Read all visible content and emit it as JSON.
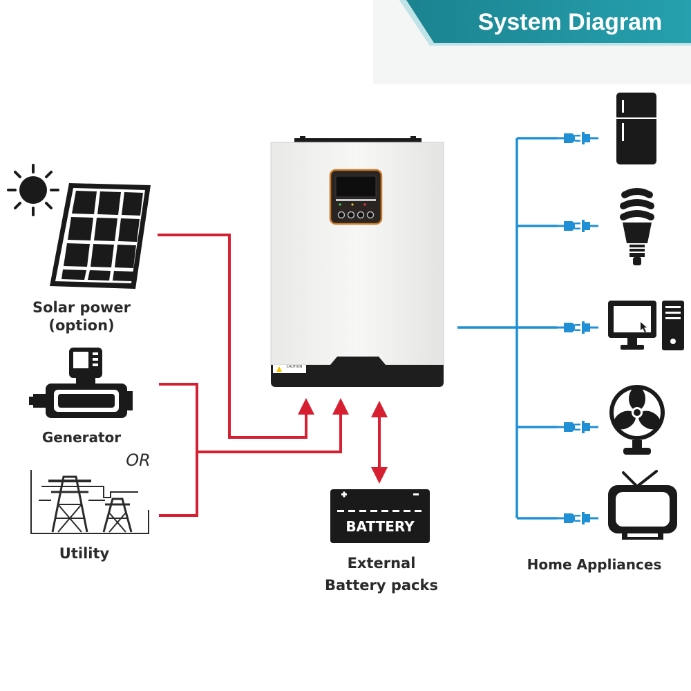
{
  "title": "System Diagram",
  "sources": {
    "solar_label": "Solar power",
    "solar_sublabel": "(option)",
    "generator_label": "Generator",
    "or_label": "OR",
    "utility_label": "Utility"
  },
  "inverter": {
    "caution_label": "CAUTION"
  },
  "battery": {
    "icon_text": "BATTERY",
    "label_line1": "External",
    "label_line2": "Battery packs"
  },
  "appliances": {
    "label": "Home Appliances",
    "items": [
      "fridge",
      "light-bulb",
      "computer",
      "fan",
      "tv"
    ]
  },
  "colors": {
    "banner": "#1e8a96",
    "ac_input_line": "#d62032",
    "ac_output_line": "#1f8fd6",
    "icon": "#1a1a1a"
  },
  "icons": {
    "sun": "sun-icon",
    "solar_panel": "solar-panel-icon",
    "generator": "generator-icon",
    "utility": "power-tower-icon",
    "battery": "battery-icon",
    "plug": "plug-icon",
    "fridge": "fridge-icon",
    "bulb": "bulb-icon",
    "computer": "computer-icon",
    "fan": "fan-icon",
    "tv": "tv-icon"
  }
}
